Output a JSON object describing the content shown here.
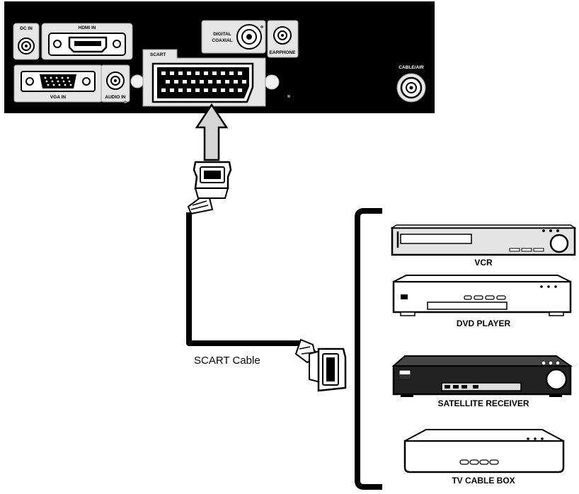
{
  "panel": {
    "dc_in": "DC IN",
    "hdmi_in": "HDMI IN",
    "digital": "DIGITAL",
    "coaxial": "COAXIAL",
    "earphone": "EARPHONE",
    "scart": "SCART",
    "vga_in": "VGA IN",
    "audio_in": "AUDIO IN",
    "cable_air": "CABLE/AIR"
  },
  "cable": {
    "label": "SCART Cable"
  },
  "devices": [
    {
      "label": "VCR"
    },
    {
      "label": "DVD PLAYER"
    },
    {
      "label": "SATELLITE RECEIVER"
    },
    {
      "label": "TV CABLE BOX"
    }
  ],
  "colors": {
    "panel": "#000000",
    "port_plate": "#e6e6e6",
    "arrow_fill": "#d6d6d6",
    "device_fill": "#e4e4e4",
    "receiver_fill": "#222222"
  }
}
